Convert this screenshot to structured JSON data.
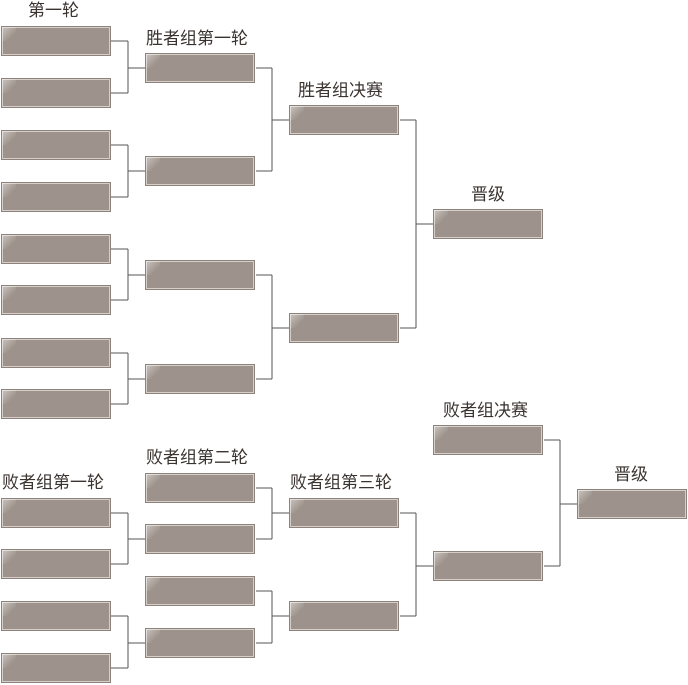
{
  "headings": {
    "round1": "第一轮",
    "winners_round1": "胜者组第一轮",
    "winners_final": "胜者组决赛",
    "winners_advance": "晋级",
    "losers_round1": "败者组第一轮",
    "losers_round2": "败者组第二轮",
    "losers_round3": "败者组第三轮",
    "losers_final": "败者组决赛",
    "losers_advance": "晋级"
  },
  "slots": {
    "round1": [
      "",
      "",
      "",
      "",
      "",
      "",
      "",
      ""
    ],
    "winners_round1": [
      "",
      "",
      "",
      ""
    ],
    "winners_final": [
      "",
      ""
    ],
    "winners_advance": [
      ""
    ],
    "losers_round1": [
      "",
      "",
      "",
      ""
    ],
    "losers_round2": [
      "",
      "",
      "",
      ""
    ],
    "losers_round3": [
      "",
      ""
    ],
    "losers_final": [
      "",
      ""
    ],
    "losers_advance": [
      ""
    ]
  },
  "colors": {
    "slot_fill": "#9e938c",
    "slot_border": "#8e837c",
    "connector": "#555555",
    "heading_text": "#3a3330"
  }
}
